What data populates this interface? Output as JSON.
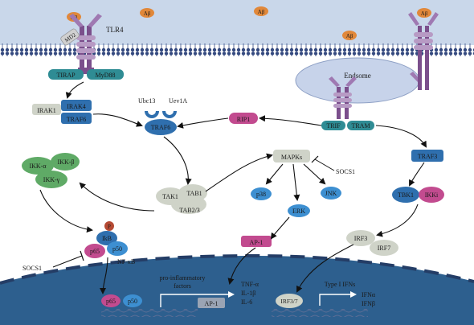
{
  "colors": {
    "membrane": "#3a4f87",
    "membrane_fill": "#c7d6e8",
    "receptor": "#7b4f8c",
    "receptor_light": "#b79ac4",
    "abeta": "#e1883a",
    "teal": "#2f8c94",
    "blue": "#2f6fae",
    "pink": "#c24b8f",
    "green": "#5faa66",
    "gray": "#cfd3c8",
    "nucleus": "#2d5f8e",
    "endosome": "#c7d3ea",
    "phospho": "#b54a34"
  },
  "membrane": {
    "abeta_labels": [
      "Aβ",
      "Aβ",
      "Aβ",
      "Aβ",
      "Aβ"
    ],
    "md2": "MD2",
    "tlr4": "TLR4"
  },
  "adaptors": {
    "tirap": "TIRAP",
    "myd88": "MyD88",
    "trif": "TRIF",
    "tram": "TRAM"
  },
  "endosome": {
    "label": "Endsome"
  },
  "nodes": {
    "irak1": "IRAK1",
    "irak4": "IRAK4",
    "traf6_left": "TRAF6",
    "ubc13": "Ubc13",
    "uev1a": "Uev1A",
    "traf6_center": "TRAF6",
    "rip1": "RIP1",
    "traf3": "TRAF3",
    "mapks": "MAPKs",
    "socs1_right": "SOCS1",
    "p38": "p38",
    "jnk": "JNK",
    "erk": "ERK",
    "ap1": "AP-1",
    "tak1": "TAK1",
    "tab1": "TAB1",
    "tab23": "TAB2/3",
    "ikka": "IKK-α",
    "ikkb": "IKK-β",
    "ikkg": "IKK-γ",
    "tbk1": "TBK1",
    "ikki": "IKKi",
    "irf3": "IRF3",
    "irf7": "IRF7",
    "p": "P",
    "ikb": "IkB",
    "p65": "p65",
    "p50": "p50",
    "nfkb": "NF-κB",
    "socs1_left": "SOCS1"
  },
  "nucleus": {
    "pro_inflammatory_line1": "pro-inflammatory",
    "pro_inflammatory_line2": "factors",
    "tnf": "TNF-α",
    "il1": "IL-1β",
    "il6": "IL-6",
    "p65": "p65",
    "p50": "p50",
    "ap1": "AP-1",
    "irf37": "IRF3/7",
    "type1_ifns": "Type I IFNs",
    "ifna": "IFNα",
    "ifnb": "IFNβ"
  }
}
